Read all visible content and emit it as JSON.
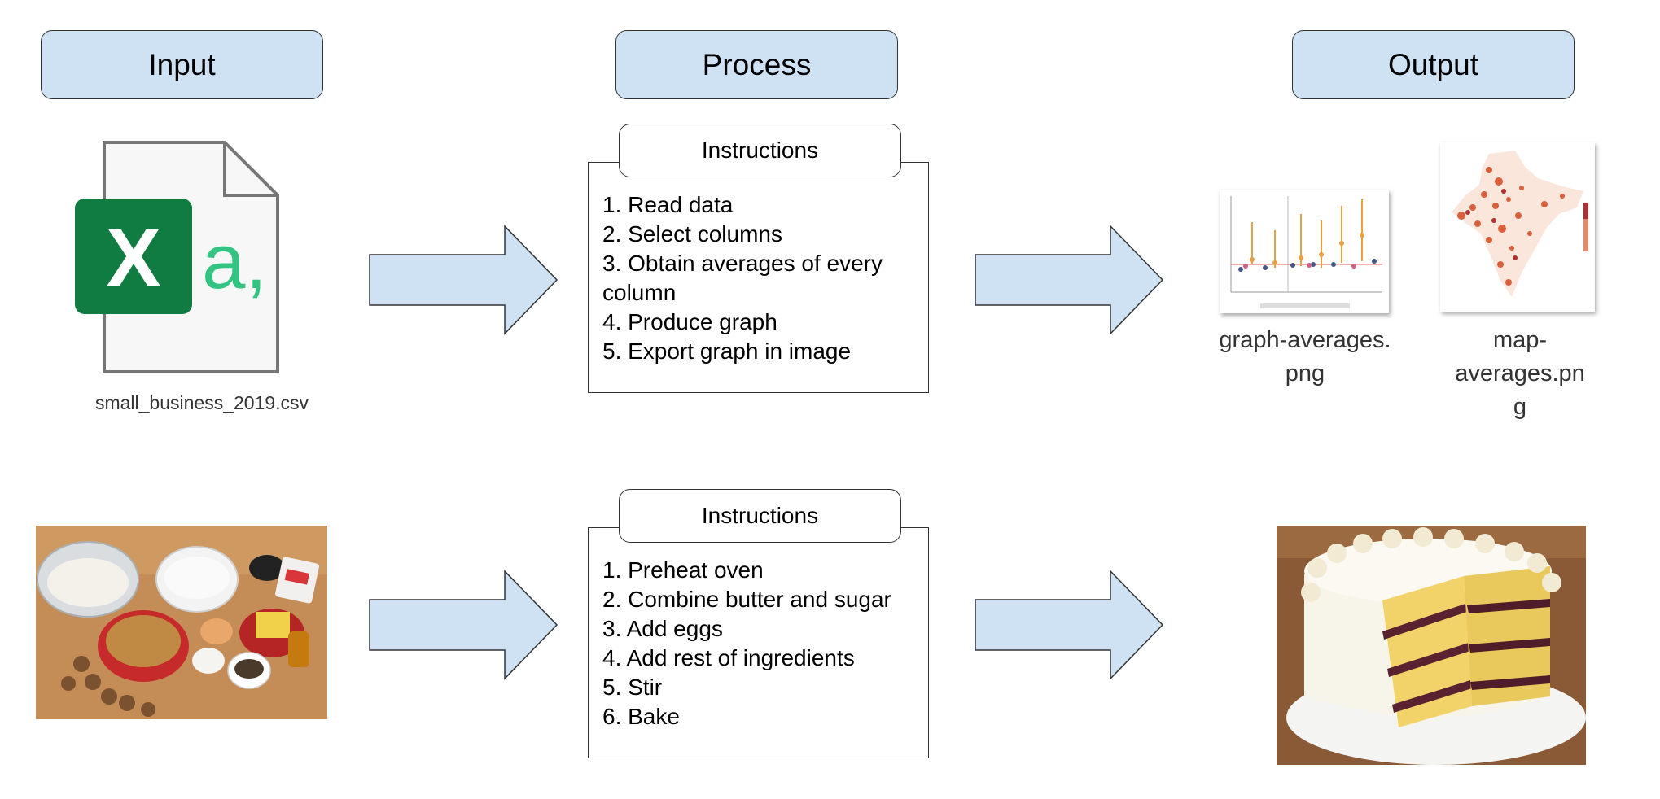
{
  "headers": {
    "input": "Input",
    "process": "Process",
    "output": "Output"
  },
  "row1": {
    "input_file": "small_business_2019.csv",
    "csv_icon_letter": "X",
    "csv_icon_text": "a,",
    "instructions_title": "Instructions",
    "steps": [
      "1. Read data",
      "2. Select columns",
      "3. Obtain averages of every",
      "column",
      "4. Produce graph",
      "5. Export graph in image"
    ],
    "outputs": [
      {
        "name_line1": "graph-averages.",
        "name_line2": "png"
      },
      {
        "name_line1": "map-averages.pn",
        "name_line2": "g"
      }
    ]
  },
  "row2": {
    "instructions_title": "Instructions",
    "steps": [
      "1. Preheat oven",
      "2. Combine butter and sugar",
      "3. Add eggs",
      "4. Add rest of ingredients",
      "5. Stir",
      "6. Bake"
    ]
  },
  "colors": {
    "header_fill": "#cfe2f3",
    "arrow_fill": "#cfe2f3",
    "excel_green": "#107c41",
    "csv_text_green": "#33c481"
  },
  "icons": [
    "csv-file-icon",
    "graph-thumbnail",
    "map-thumbnail",
    "ingredients-photo",
    "cake-photo"
  ]
}
